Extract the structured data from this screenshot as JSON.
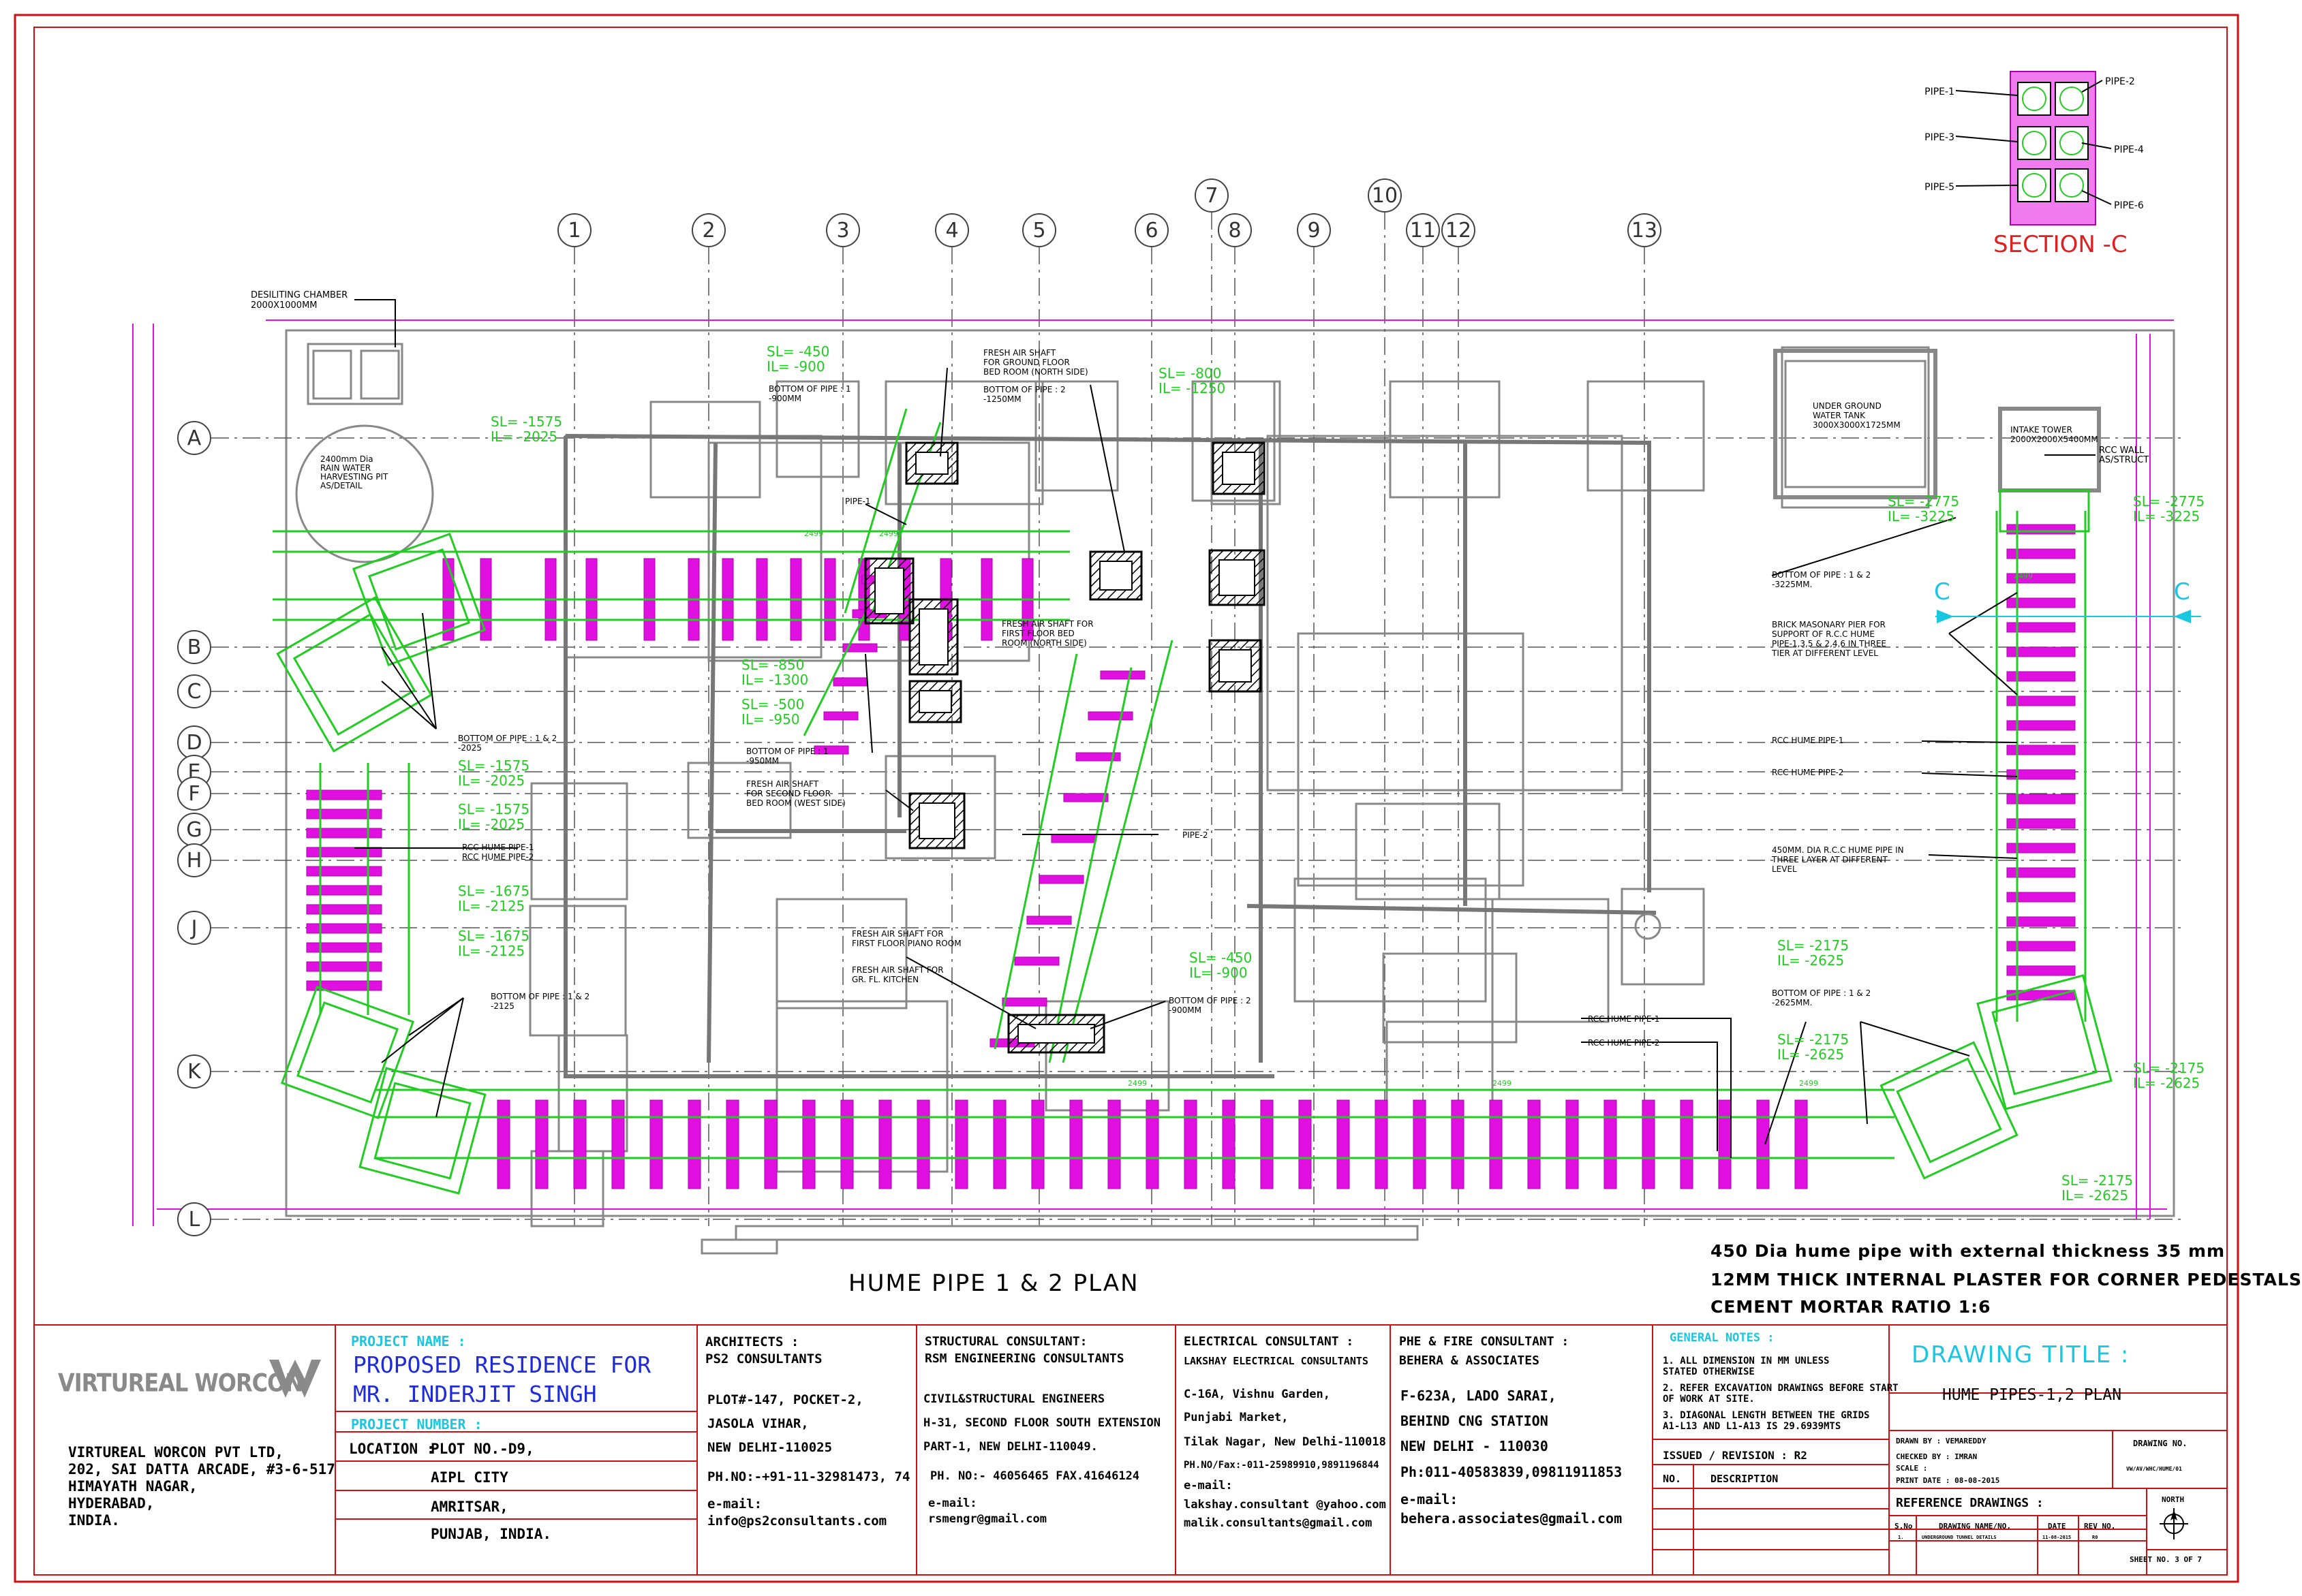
{
  "drawing": {
    "plan_title": "HUME PIPE 1 & 2 PLAN",
    "notes_right": [
      "450 Dia hume pipe with external thickness 35 mm",
      "12MM THICK INTERNAL PLASTER FOR CORNER PEDESTALS",
      "CEMENT MORTAR RATIO 1:6"
    ],
    "section": {
      "title": "SECTION -C",
      "pipes": [
        "PIPE-1",
        "PIPE-2",
        "PIPE-3",
        "PIPE-4",
        "PIPE-5",
        "PIPE-6"
      ]
    },
    "column_grid": [
      "1",
      "2",
      "3",
      "4",
      "5",
      "6",
      "7",
      "8",
      "9",
      "10",
      "11",
      "12",
      "13"
    ],
    "row_grid": [
      "A",
      "B",
      "C",
      "D",
      "E",
      "F",
      "G",
      "H",
      "J",
      "K",
      "L"
    ],
    "section_marks": [
      "C",
      "C"
    ],
    "labels": {
      "desilting": [
        "DESILITING CHAMBER",
        "2000X1000MM"
      ],
      "rain_water": [
        "2400mm Dia",
        "RAIN WATER",
        "HARVESTING PIT",
        "AS/DETAIL"
      ],
      "ug_tank": [
        "UNDER GROUND",
        "WATER TANK",
        "3000X3000X1725MM"
      ],
      "intake": [
        "INTAKE TOWER",
        "2000X2000X5400MM"
      ],
      "rcc_wall": [
        "RCC WALL",
        "AS/STRUCT"
      ],
      "fas_ground": [
        "FRESH AIR SHAFT",
        "FOR GROUND FLOOR",
        "BED ROOM (NORTH SIDE)"
      ],
      "bottom_pipe1_900": [
        "BOTTOM OF PIPE : 1",
        "-900MM"
      ],
      "bottom_pipe2_1250": [
        "BOTTOM OF PIPE : 2",
        "-1250MM"
      ],
      "pipe1": "PIPE-1",
      "pipe2": "PIPE-2",
      "fas_first": [
        "FRESH AIR SHAFT FOR",
        "FIRST FLOOR BED",
        "ROOM (NORTH SIDE)"
      ],
      "bottom_pipe1_950": [
        "BOTTOM OF PIPE : 1",
        "-950MM"
      ],
      "fas_second": [
        "FRESH AIR SHAFT",
        "FOR SECOND FLOOR",
        "BED ROOM (WEST SIDE)"
      ],
      "bottom_12_2025": [
        "BOTTOM OF PIPE : 1 & 2",
        "-2025"
      ],
      "rcc_left": [
        "RCC HUME PIPE-1",
        "RCC HUME PIPE-2"
      ],
      "bottom_12_2125": [
        "BOTTOM OF PIPE : 1 & 2",
        "-2125"
      ],
      "fas_piano": [
        "FRESH AIR SHAFT FOR",
        "FIRST FLOOR PIANO ROOM"
      ],
      "fas_kitchen": [
        "FRESH AIR SHAFT FOR",
        "GR. FL. KITCHEN"
      ],
      "bottom_pipe2_900": [
        "BOTTOM OF PIPE : 2",
        "-900MM"
      ],
      "rcc_bottom": [
        "RCC HUME PIPE-1",
        "RCC HUME PIPE-2"
      ],
      "bottom_12_3225": [
        "BOTTOM OF PIPE : 1 & 2",
        "-3225MM."
      ],
      "brick_pier": [
        "BRICK MASONARY PIER FOR",
        "SUPPORT OF R.C.C HUME",
        "PIPE-1,3,5 & 2,4,6 IN THREE",
        "TIER AT DIFFERENT LEVEL"
      ],
      "rcc_r1": "RCC HUME PIPE-1",
      "rcc_r2": "RCC HUME PIPE-2",
      "rcc_450": [
        "450MM. DIA R.C.C HUME PIPE IN",
        "THREE LAYER AT DIFFERENT",
        "LEVEL"
      ],
      "bottom_12_2625": [
        "BOTTOM OF PIPE : 1 & 2",
        "-2625MM."
      ]
    },
    "levels": [
      [
        "SL= -450",
        "IL= -900"
      ],
      [
        "SL= -800",
        "IL= -1250"
      ],
      [
        "SL= -1575",
        "IL= -2025"
      ],
      [
        "SL= -850",
        "IL= -1300"
      ],
      [
        "SL= -500",
        "IL= -950"
      ],
      [
        "SL= -1575",
        "IL= -2025"
      ],
      [
        "SL= -1575",
        "IL= -2025"
      ],
      [
        "SL= -1675",
        "IL= -2125"
      ],
      [
        "SL= -1675",
        "IL= -2125"
      ],
      [
        "SL= -450",
        "IL= -900"
      ],
      [
        "SL= -2775",
        "IL= -3225"
      ],
      [
        "SL= -2775",
        "IL= -3225"
      ],
      [
        "SL= -2175",
        "IL= -2625"
      ],
      [
        "SL= -2175",
        "IL= -2625"
      ],
      [
        "SL= -2175",
        "IL= -2625"
      ],
      [
        "SL= -2175",
        "IL= -2625"
      ]
    ],
    "dimension": "2499"
  },
  "title_block": {
    "company_logo": "VIRTUREAL WORCON",
    "company_address": [
      "VIRTUREAL WORCON PVT LTD,",
      "202, SAI DATTA ARCADE, #3-6-517",
      "HIMAYATH NAGAR,",
      "HYDERABAD,",
      "INDIA."
    ],
    "project_name_label": "PROJECT NAME :",
    "project_name": [
      "PROPOSED RESIDENCE FOR",
      "MR. INDERJIT SINGH"
    ],
    "project_number_label": "PROJECT NUMBER :",
    "location_label": "LOCATION :",
    "location": [
      "PLOT NO.-D9,",
      "AIPL CITY",
      "AMRITSAR,",
      "PUNJAB, INDIA."
    ],
    "architects": {
      "label": "ARCHITECTS :",
      "name": "PS2 CONSULTANTS",
      "lines": [
        "PLOT#-147, POCKET-2,",
        "JASOLA VIHAR,",
        "NEW DELHI-110025",
        "PH.NO:-+91-11-32981473, 74",
        "e-mail:",
        "info@ps2consultants.com"
      ]
    },
    "structural": {
      "label": "STRUCTURAL CONSULTANT:",
      "name": "RSM ENGINEERING CONSULTANTS",
      "lines": [
        "CIVIL&STRUCTURAL ENGINEERS",
        "H-31, SECOND FLOOR SOUTH EXTENSION",
        "PART-1, NEW DELHI-110049.",
        "PH. NO:- 46056465 FAX.41646124",
        "e-mail:",
        "rsmengr@gmail.com"
      ]
    },
    "electrical": {
      "label": "ELECTRICAL CONSULTANT :",
      "name": "LAKSHAY ELECTRICAL CONSULTANTS",
      "lines": [
        "C-16A, Vishnu Garden,",
        "Punjabi Market,",
        "Tilak Nagar, New Delhi-110018",
        "PH.NO/Fax:-011-25989910,9891196844",
        "e-mail:",
        "lakshay.consultant @yahoo.com",
        "malik.consultants@gmail.com"
      ]
    },
    "phe": {
      "label": "PHE & FIRE CONSULTANT :",
      "name": "BEHERA & ASSOCIATES",
      "lines": [
        "F-623A, LADO SARAI,",
        "BEHIND CNG STATION",
        "NEW DELHI - 110030",
        "Ph:011-40583839,09811911853",
        "e-mail:",
        "behera.associates@gmail.com"
      ]
    },
    "general_notes": {
      "label": "GENERAL NOTES :",
      "lines": [
        "1. ALL DIMENSION IN MM UNLESS",
        "STATED OTHERWISE",
        "2. REFER EXCAVATION DRAWINGS BEFORE START",
        "OF WORK AT SITE.",
        "3. DIAGONAL LENGTH BETWEEN THE GRIDS",
        "A1-L13 AND L1-A13 IS 29.6939MTS"
      ]
    },
    "issued": "ISSUED / REVISION : R2",
    "no": "NO.",
    "description": "DESCRIPTION",
    "drawing_title_label": "DRAWING TITLE :",
    "drawing_title": "HUME PIPES-1,2 PLAN",
    "drawn_by": "DRAWN BY : VEMAREDDY",
    "checked_by": "CHECKED BY : IMRAN",
    "scale": "SCALE :",
    "print_date": "PRINT DATE : 08-08-2015",
    "drawing_no_label": "DRAWING NO.",
    "drawing_no": "VW/AV/WHC/HUME/01",
    "reference_label": "REFERENCE DRAWINGS :",
    "ref_headers": [
      "S.No",
      "DRAWING NAME/NO.",
      "DATE",
      "REV NO."
    ],
    "ref_row": [
      "1.",
      "UNDERGROUND TUNNEL DETAILS",
      "11-08-2015",
      "R0"
    ],
    "north": "NORTH",
    "sheet": "SHEET NO. 3 OF 7"
  }
}
